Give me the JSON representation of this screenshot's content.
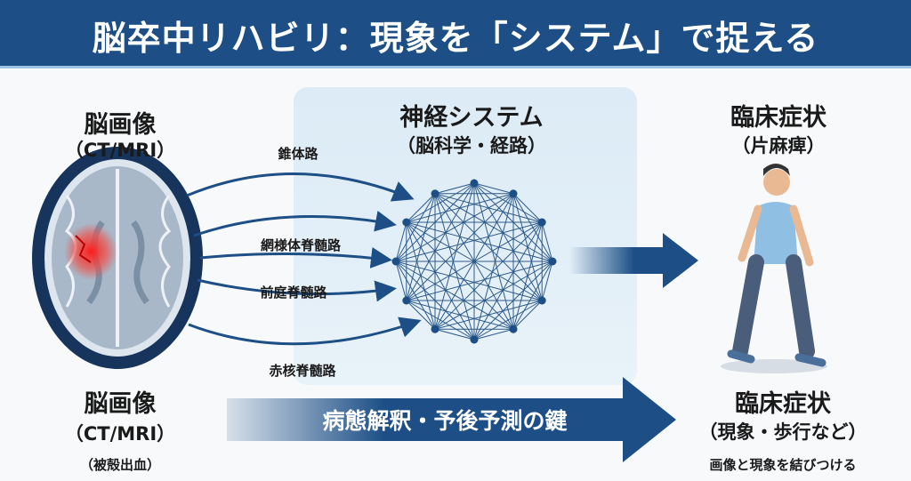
{
  "title": "脳卒中リハビリ：現象を「システム」で捉える",
  "left_top": {
    "title": "脳画像",
    "subtitle": "（CT/MRI）"
  },
  "left_bottom": {
    "title": "脳画像",
    "subtitle": "（CT/MRI）",
    "note": "（被殻出血）"
  },
  "center": {
    "title": "神経システム",
    "subtitle": "（脳科学・経路）"
  },
  "pathways": [
    "錐体路",
    "網様体脊髄路",
    "前庭脊髄路",
    "赤核脊髄路"
  ],
  "right_top": {
    "title": "臨床症状",
    "subtitle": "（片麻痺）"
  },
  "right_bottom": {
    "title": "臨床症状",
    "subtitle": "（現象・歩行など）",
    "note": "画像と現象を結びつける"
  },
  "bottom_arrow_label": "病態解釈・予後予測の鍵",
  "colors": {
    "header": "#1d4f86",
    "arrow": "#1d4f86",
    "lesion": "#e53935",
    "panel": "#dcebf6"
  }
}
